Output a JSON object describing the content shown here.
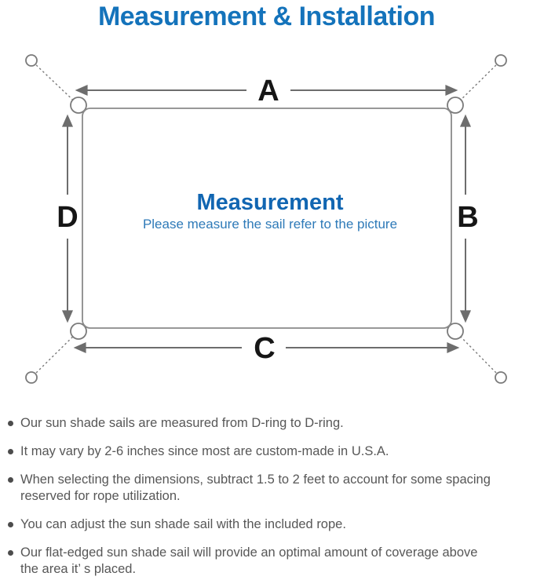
{
  "title": "Measurement & Installation",
  "colors": {
    "title_blue": "#1473bb",
    "center_title_blue": "#1166b2",
    "subtitle_blue": "#2e7ab8",
    "diagram_gray": "#6d6d6d",
    "label_black": "#161616",
    "body_gray": "#575757"
  },
  "diagram": {
    "side_labels": {
      "top": "A",
      "right": "B",
      "bottom": "C",
      "left": "D"
    },
    "center_title": "Measurement",
    "center_subtitle": "Please measure the sail refer to the picture"
  },
  "bullets": [
    {
      "text": "Our sun shade sails are measured from D-ring to D-ring."
    },
    {
      "text": "It may vary by 2-6 inches since most are custom-made in U.S.A."
    },
    {
      "text": "When selecting the dimensions, subtract 1.5 to 2 feet to account for some spacing\nreserved for rope utilization."
    },
    {
      "text": "You can adjust the sun shade sail with the included rope."
    },
    {
      "text": "Our flat-edged sun shade sail will provide an optimal amount of coverage above\nthe area it’ s placed."
    }
  ]
}
